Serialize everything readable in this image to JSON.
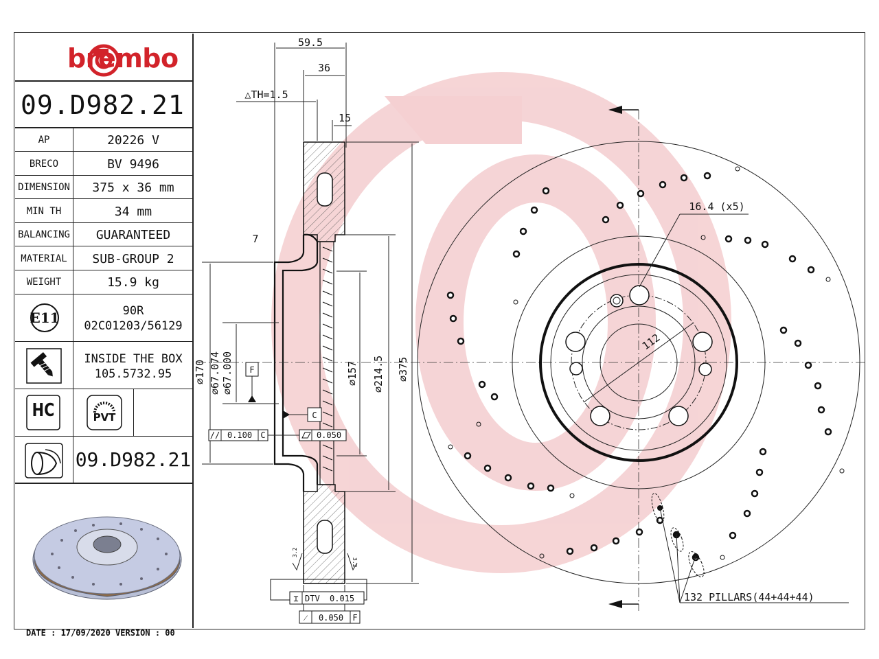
{
  "brand": {
    "name": "brembo"
  },
  "part_number": "09.D982.21",
  "specs": [
    {
      "label": "AP",
      "value": "20226 V"
    },
    {
      "label": "BRECO",
      "value": "BV 9496"
    },
    {
      "label": "DIMENSION",
      "value": "375 x 36 mm"
    },
    {
      "label": "MIN TH",
      "value": "34 mm"
    },
    {
      "label": "BALANCING",
      "value": "GUARANTEED"
    },
    {
      "label": "MATERIAL",
      "value": "SUB-GROUP 2"
    },
    {
      "label": "WEIGHT",
      "value": "15.9 kg"
    }
  ],
  "approval": {
    "mark": "E11",
    "line1": "90R",
    "line2": "02C01203/56129"
  },
  "inside_box": {
    "line1": "INSIDE THE BOX",
    "line2": "105.5732.95"
  },
  "badges": {
    "hc": "HC",
    "pvt": "PVT"
  },
  "part_number_bottom": "09.D982.21",
  "footer": {
    "date_version": "DATE : 17/09/2020 VERSION : 00"
  },
  "section_dims": {
    "overall_depth": "59.5",
    "thickness": "36",
    "delta_th": "△TH=1.5",
    "flange": "15",
    "hat_offset": "7",
    "d170": "⌀170",
    "d67": "⌀67.074",
    "d67b": "⌀67.000",
    "d157": "⌀157",
    "d214": "⌀214.5",
    "d375": "⌀375",
    "datum_f": "F",
    "datum_c": "C",
    "tol_parallel": "0.100",
    "tol_parallel_ref": "C",
    "tol_flat": "0.050",
    "dtv_label": "DTV",
    "dtv_value": "0.015",
    "runout_value": "0.050",
    "runout_ref": "F",
    "rough1": "3.2",
    "rough2": "3.2"
  },
  "front_view": {
    "bolt_hole": "16.4 (x5)",
    "pcd": "112",
    "pillars": "132 PILLARS(44+44+44)"
  },
  "colors": {
    "brand_red": "#d2232a",
    "watermark": "#f3c9cb"
  }
}
